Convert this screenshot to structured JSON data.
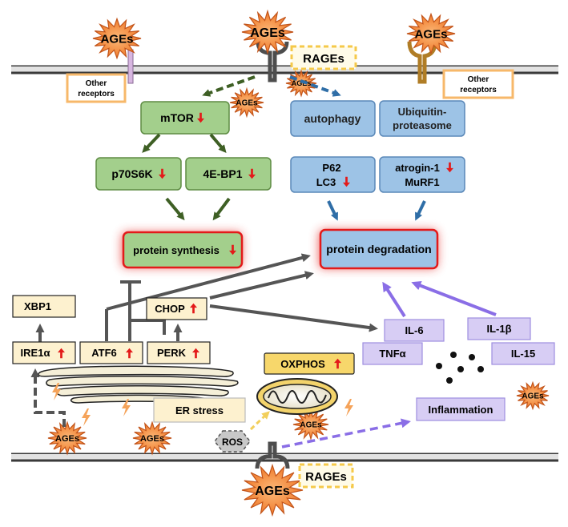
{
  "ligand": "AGEs",
  "receptor": "RAGEs",
  "other_receptors_line1": "Other",
  "other_receptors_line2": "receptors",
  "mtor": "mTOR",
  "p70s6k": "p70S6K",
  "eb1": "4E-BP1",
  "protein_synthesis": "protein synthesis",
  "autophagy": "autophagy",
  "ubiquitin_line1": "Ubiquitin-",
  "ubiquitin_line2": "proteasome",
  "p62": "P62",
  "lc3": "LC3",
  "atrogin": "atrogin-1",
  "murf1": "MuRF1",
  "protein_degradation": "protein degradation",
  "xbp1": "XBP1",
  "ire1a": "IRE1α",
  "atf6": "ATF6",
  "perk": "PERK",
  "chop": "CHOP",
  "er_stress": "ER stress",
  "oxphos": "OXPHOS",
  "ros": "ROS",
  "il6": "IL-6",
  "il1b": "IL-1β",
  "tnfa": "TNFα",
  "il15": "IL-15",
  "inflammation": "Inflammation",
  "colors": {
    "star": "#f07a2a",
    "star_stroke": "#c2541a",
    "green_box": "#a3cf8c",
    "green_stroke": "#5e8c43",
    "green_arrow": "#3e5f24",
    "blue_box": "#9dc3e6",
    "blue_stroke": "#5a88b8",
    "blue_arrow": "#2f6ea7",
    "purple_box": "#d7cdf4",
    "purple_stroke": "#9e8ee0",
    "purple_arrow": "#8a6ee6",
    "cream_box": "#fdf1cf",
    "cream_stroke": "#222222",
    "gray_arrow": "#555555",
    "oxphos_box": "#f7d76b",
    "up_arrow": "#e31a1a",
    "glow": "#e6322d",
    "orange_dash": "#f7b86a"
  }
}
